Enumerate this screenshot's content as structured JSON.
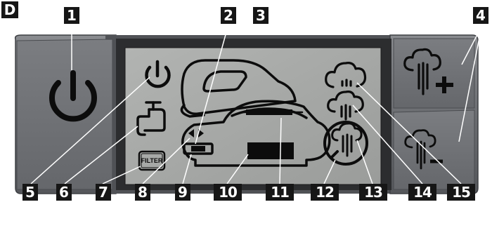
{
  "panel_letter": "D",
  "filter_label": "FILTER",
  "callouts": {
    "c1": "1",
    "c2": "2",
    "c3": "3",
    "c4": "4",
    "c5": "5",
    "c6": "6",
    "c7": "7",
    "c8": "8",
    "c9": "9",
    "c10": "10",
    "c11": "11",
    "c12": "12",
    "c13": "13",
    "c14": "14",
    "c15": "15"
  },
  "colors": {
    "panel_outer": "#5e6064",
    "panel_mid": "#6e7074",
    "lcd_bg": "#a4a6a4",
    "lcd_frame": "#2c2d2f",
    "icon_black": "#0c0c0c",
    "label_bg": "#161616",
    "label_text": "#ffffff"
  },
  "icons": {
    "power_button": "power-icon",
    "standby_indicator": "power-icon",
    "water_tap": "tap-icon",
    "filter": "filter-label-icon",
    "steam_plus": "steam-plus-icon",
    "steam_minus": "steam-minus-icon",
    "iron": "iron-icon",
    "steam_levels": "steam-cloud-icon"
  }
}
